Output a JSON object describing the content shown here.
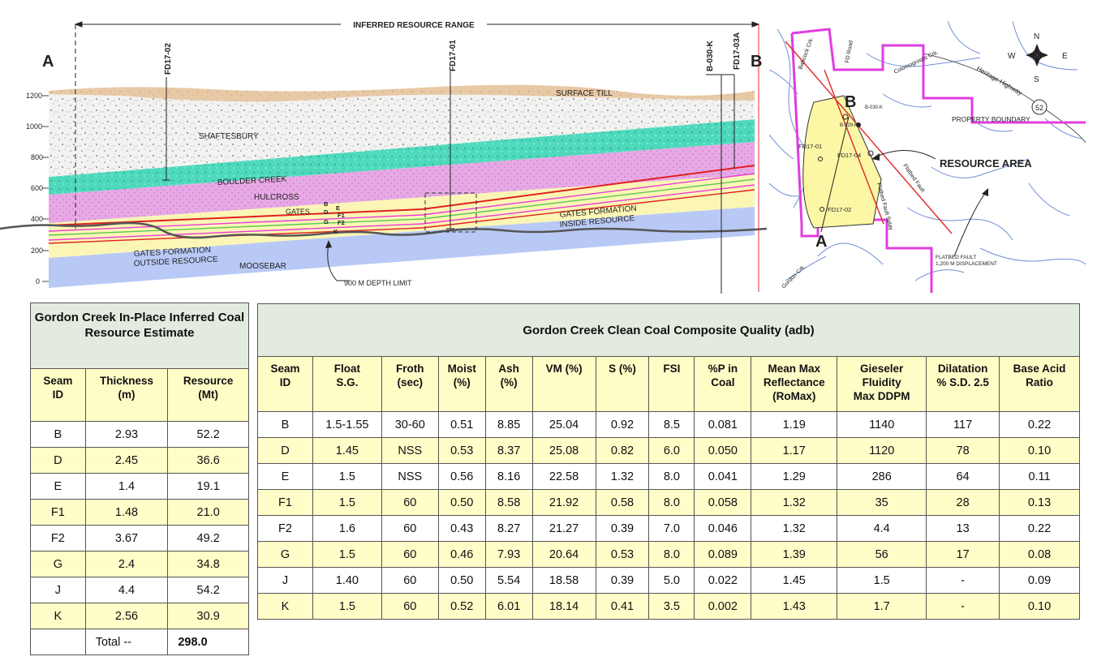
{
  "cross_section": {
    "top_label": "INFERRED RESOURCE RANGE",
    "end_left": "A",
    "end_right": "B",
    "drillholes": [
      "FD17-02",
      "FD17-01",
      "B-030-K",
      "FD17-03A"
    ],
    "elevation_ticks": [
      "1200",
      "1000",
      "800",
      "600",
      "400",
      "200",
      "0"
    ],
    "units": [
      "SURFACE TILL",
      "SHAFTESBURY",
      "BOULDER CREEK",
      "HULCROSS",
      "GATES",
      "GATES FORMATION",
      "INSIDE RESOURCE",
      "GATES FORMATION",
      "OUTSIDE RESOURCE",
      "MOOSEBAR"
    ],
    "seam_labels": [
      "B",
      "D",
      "E",
      "F1",
      "G",
      "F2",
      "K"
    ],
    "depth_limit": "900 M DEPTH LIMIT",
    "colors": {
      "till": "#e8c9a6",
      "shaftesbury": "#f0f0ee",
      "boulder_creek": "#4fd9bc",
      "hulcross": "#e7a9e5",
      "gates": "#fbf6b5",
      "moosebar": "#b9c9f6"
    }
  },
  "location_map": {
    "labels": {
      "north": "N",
      "south": "S",
      "east": "E",
      "west": "W",
      "point_a": "A",
      "point_b": "B",
      "resource_area": "RESOURCE AREA",
      "property_boundary": "PROPERTY BOUNDARY",
      "flatbed_fault": "Flatbed Fault",
      "flatbed_fault_splay": "Flatbed Fault Splay",
      "fault_note_1": "FLATBED FAULT",
      "fault_note_2": "1,200 M DISPLACEMENT",
      "highway": "Heritage Highway",
      "highway_no": "52",
      "creek_1": "Babcock Crk.",
      "creek_2": "Colomogrostis Crk.",
      "creek_3": "Gordon Crk.",
      "road": "FD Road",
      "holes": [
        "B-030-K",
        "B-029-K",
        "FD17-01",
        "FD17-04",
        "FD17-02"
      ]
    },
    "colors": {
      "boundary": "#e03de0",
      "resource": "#fbf7a5",
      "fault": "#e03030",
      "creek": "#6f8fd6"
    }
  },
  "resource_table": {
    "title": "Gordon Creek In-Place Inferred Coal Resource Estimate",
    "headers": [
      [
        "Seam",
        "ID"
      ],
      [
        "Thickness",
        "(m)"
      ],
      [
        "Resource",
        "(Mt)"
      ]
    ],
    "rows": [
      [
        "B",
        "2.93",
        "52.2"
      ],
      [
        "D",
        "2.45",
        "36.6"
      ],
      [
        "E",
        "1.4",
        "19.1"
      ],
      [
        "F1",
        "1.48",
        "21.0"
      ],
      [
        "F2",
        "3.67",
        "49.2"
      ],
      [
        "G",
        "2.4",
        "34.8"
      ],
      [
        "J",
        "4.4",
        "54.2"
      ],
      [
        "K",
        "2.56",
        "30.9"
      ]
    ],
    "total_label": "Total --",
    "total_value": "298.0"
  },
  "quality_table": {
    "title": "Gordon Creek Clean Coal Composite Quality (adb)",
    "headers": [
      [
        "Seam",
        "ID"
      ],
      [
        "Float",
        "S.G."
      ],
      [
        "Froth",
        "(sec)"
      ],
      [
        "Moist",
        "(%)"
      ],
      [
        "Ash",
        "(%)"
      ],
      [
        "VM (%)"
      ],
      [
        "S (%)"
      ],
      [
        "FSI"
      ],
      [
        "%P in",
        "Coal"
      ],
      [
        "Mean Max",
        "Reflectance",
        "(RoMax)"
      ],
      [
        "Gieseler",
        "Fluidity",
        "Max DDPM"
      ],
      [
        "Dilatation",
        "% S.D. 2.5"
      ],
      [
        "Base Acid",
        "Ratio"
      ]
    ],
    "rows": [
      [
        "B",
        "1.5-1.55",
        "30-60",
        "0.51",
        "8.85",
        "25.04",
        "0.92",
        "8.5",
        "0.081",
        "1.19",
        "1140",
        "117",
        "0.22"
      ],
      [
        "D",
        "1.45",
        "NSS",
        "0.53",
        "8.37",
        "25.08",
        "0.82",
        "6.0",
        "0.050",
        "1.17",
        "1120",
        "78",
        "0.10"
      ],
      [
        "E",
        "1.5",
        "NSS",
        "0.56",
        "8.16",
        "22.58",
        "1.32",
        "8.0",
        "0.041",
        "1.29",
        "286",
        "64",
        "0.11"
      ],
      [
        "F1",
        "1.5",
        "60",
        "0.50",
        "8.58",
        "21.92",
        "0.58",
        "8.0",
        "0.058",
        "1.32",
        "35",
        "28",
        "0.13"
      ],
      [
        "F2",
        "1.6",
        "60",
        "0.43",
        "8.27",
        "21.27",
        "0.39",
        "7.0",
        "0.046",
        "1.32",
        "4.4",
        "13",
        "0.22"
      ],
      [
        "G",
        "1.5",
        "60",
        "0.46",
        "7.93",
        "20.64",
        "0.53",
        "8.0",
        "0.089",
        "1.39",
        "56",
        "17",
        "0.08"
      ],
      [
        "J",
        "1.40",
        "60",
        "0.50",
        "5.54",
        "18.58",
        "0.39",
        "5.0",
        "0.022",
        "1.45",
        "1.5",
        "-",
        "0.09"
      ],
      [
        "K",
        "1.5",
        "60",
        "0.52",
        "6.01",
        "18.14",
        "0.41",
        "3.5",
        "0.002",
        "1.43",
        "1.7",
        "-",
        "0.10"
      ]
    ]
  }
}
